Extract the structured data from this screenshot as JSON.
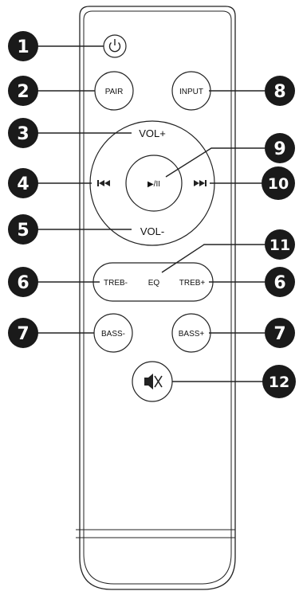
{
  "remote": {
    "buttons": {
      "power": {
        "icon": "power-icon"
      },
      "pair": "PAIR",
      "input": "INPUT",
      "vol_up": "VOL+",
      "vol_down": "VOL-",
      "prev": "⏮",
      "play_pause": "▶/II",
      "next": "⏭",
      "treb_down": "TREB-",
      "eq": "EQ",
      "treb_up": "TREB+",
      "bass_down": "BASS-",
      "bass_up": "BASS+",
      "mute": {
        "icon": "mute-speaker-icon"
      }
    }
  },
  "callouts": {
    "c1": "1",
    "c2": "2",
    "c3": "3",
    "c4": "4",
    "c5": "5",
    "c6_left": "6",
    "c7_left": "7",
    "c8": "8",
    "c9": "9",
    "c10": "10",
    "c11": "11",
    "c6_right": "6",
    "c7_right": "7",
    "c12": "12"
  }
}
